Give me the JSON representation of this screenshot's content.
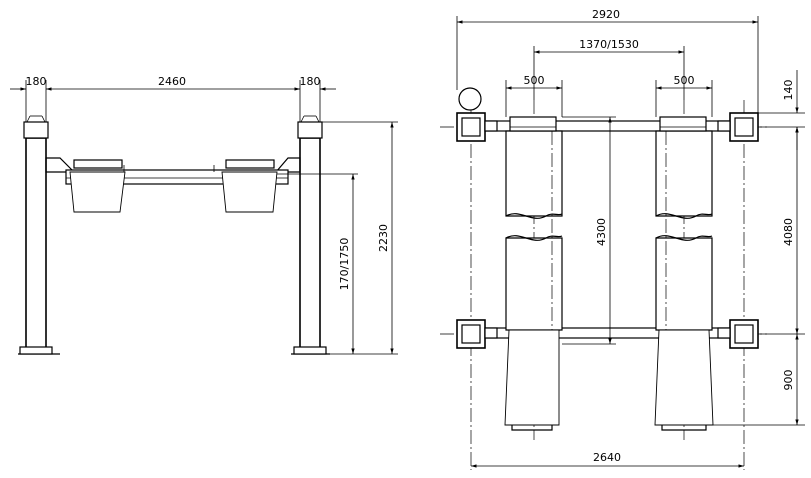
{
  "front_view": {
    "dims": {
      "post_width_left": "180",
      "inner_width": "2460",
      "post_width_right": "180",
      "runway_height": "170/1750",
      "total_height": "2230"
    }
  },
  "top_view": {
    "dims": {
      "outer_width": "2920",
      "wheel_track": "1370/1530",
      "runway_width_left": "500",
      "runway_width_right": "500",
      "top_offset": "140",
      "runway_length": "4300",
      "post_spacing_long": "4080",
      "ramp_length": "900",
      "base_width": "2640"
    }
  }
}
